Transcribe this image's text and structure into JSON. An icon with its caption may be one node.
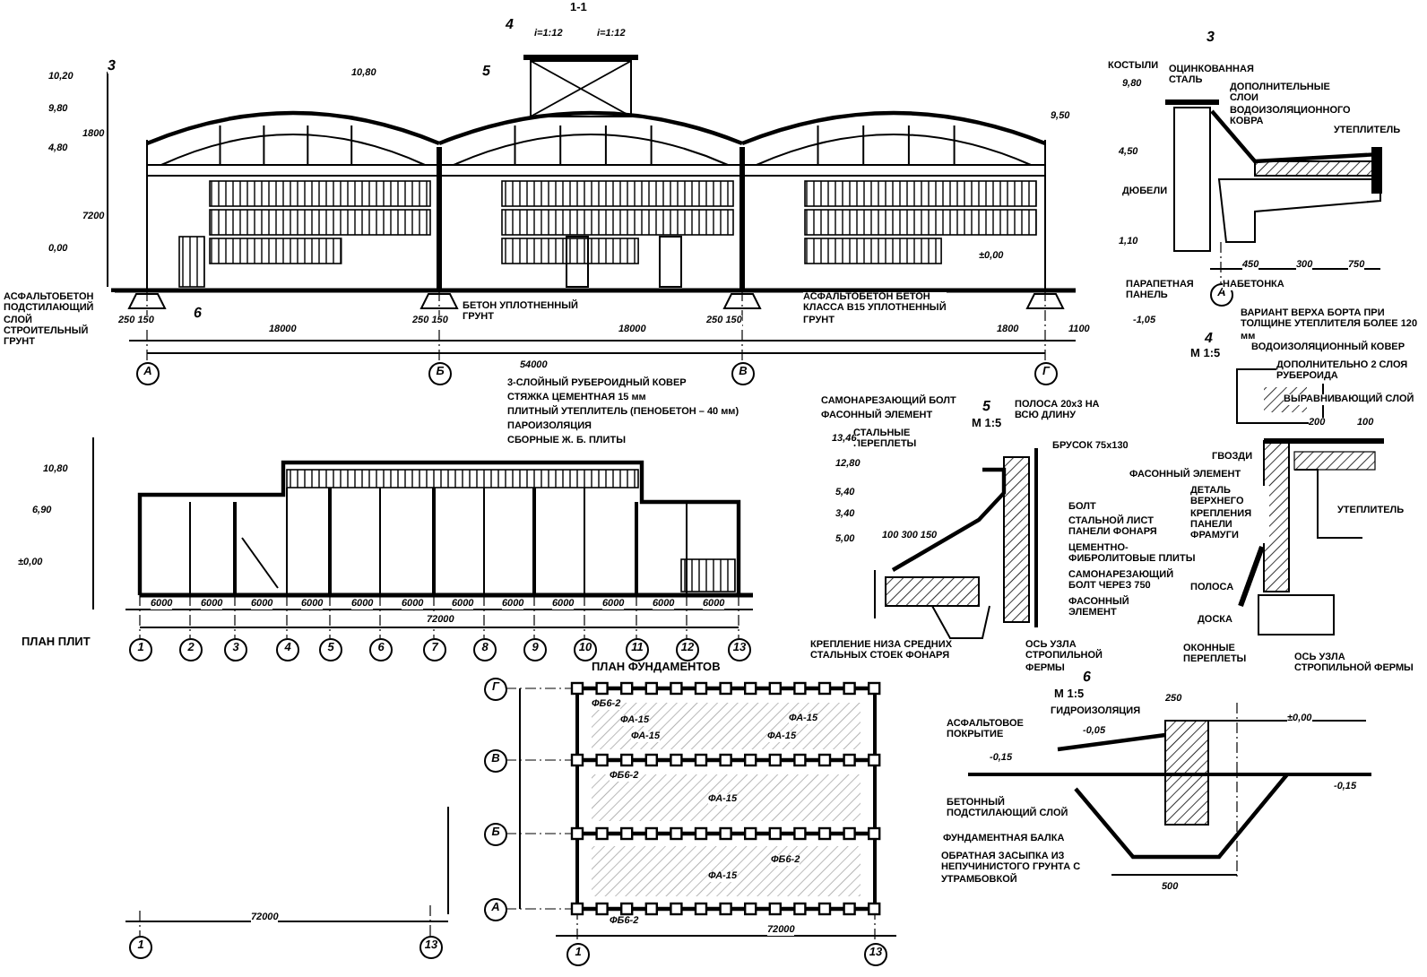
{
  "diagram": {
    "nodes": [
      {
        "text": [
          "А"
        ]
      },
      {
        "text": [
          "Б"
        ]
      },
      {
        "text": [
          "В"
        ]
      },
      {
        "text": [
          "Г"
        ]
      },
      {
        "text": [
          "А"
        ]
      },
      {
        "text": [
          "1"
        ]
      },
      {
        "text": [
          "2"
        ]
      },
      {
        "text": [
          "3"
        ]
      },
      {
        "text": [
          "4"
        ]
      },
      {
        "text": [
          "5"
        ]
      },
      {
        "text": [
          "6"
        ]
      },
      {
        "text": [
          "7"
        ]
      },
      {
        "text": [
          "8"
        ]
      },
      {
        "text": [
          "9"
        ]
      },
      {
        "text": [
          "10"
        ]
      },
      {
        "text": [
          "11"
        ]
      },
      {
        "text": [
          "12"
        ]
      },
      {
        "text": [
          "13"
        ]
      },
      {
        "text": [
          "Г"
        ]
      },
      {
        "text": [
          "В"
        ]
      },
      {
        "text": [
          "Б"
        ]
      },
      {
        "text": [
          "А"
        ]
      },
      {
        "text": [
          "1"
        ]
      },
      {
        "text": [
          "13"
        ]
      },
      {
        "text": [
          "1"
        ]
      },
      {
        "text": [
          "13"
        ]
      }
    ],
    "labels": [
      "1-1",
      "4",
      "i=1:12",
      "i=1:12",
      "10,80",
      "5",
      "3",
      "10,20",
      "9,80",
      "4,80",
      "0,00",
      "1800",
      "7200",
      "6",
      "АСФАЛЬТОБЕТОН ПОДСТИЛАЮЩИЙ СЛОЙ СТРОИТЕЛЬНЫЙ ГРУНТ",
      "250 150",
      "18000",
      "250 150",
      "БЕТОН УПЛОТНЕННЫЙ ГРУНТ",
      "18000",
      "250 150",
      "АСФАЛЬТОБЕТОН БЕТОН КЛАССА B15 УПЛОТНЕННЫЙ ГРУНТ",
      "1800",
      "1100",
      "54000",
      "-1,05",
      "9,50",
      "±0,00",
      "3",
      "КОСТЫЛИ",
      "9,80",
      "ОЦИНКОВАННАЯ СТАЛЬ",
      "ДОПОЛНИТЕЛЬНЫЕ СЛОИ ВОДОИЗОЛЯЦИОННОГО КОВРА",
      "УТЕПЛИТЕЛЬ",
      "4,50",
      "ДЮБЕЛИ",
      "1,10",
      "450",
      "300",
      "750",
      "ПАРАПЕТНАЯ ПАНЕЛЬ",
      "НАБЕТОНКА",
      "ВАРИАНТ ВЕРХА БОРТА ПРИ ТОЛЩИНЕ УТЕПЛИТЕЛЯ БОЛЕЕ 120 мм",
      "4",
      "М 1:5",
      "ВОДОИЗОЛЯЦИОННЫЙ КОВЕР",
      "ДОПОЛНИТЕЛЬНО 2 СЛОЯ РУБЕРОИДА",
      "ВЫРАВНИВАЮЩИЙ СЛОЙ",
      "200",
      "100",
      "ГВОЗДИ",
      "ФАСОННЫЙ ЭЛЕМЕНТ",
      "ДЕТАЛЬ ВЕРХНЕГО КРЕПЛЕНИЯ ПАНЕЛИ ФРАМУГИ",
      "УТЕПЛИТЕЛЬ",
      "ПОЛОСА",
      "ДОСКА",
      "ОКОННЫЕ ПЕРЕПЛЕТЫ",
      "ОСЬ УЗЛА СТРОПИЛЬНОЙ ФЕРМЫ",
      "5",
      "М 1:5",
      "САМОНАРЕЗАЮЩИЙ БОЛТ",
      "ФАСОННЫЙ ЭЛЕМЕНТ",
      "СТАЛЬНЫЕ ПЕРЕПЛЕТЫ",
      "ПОЛОСА 20х3 НА ВСЮ ДЛИНУ",
      "БРУСОК 75х130",
      "БОЛТ",
      "СТАЛЬНОЙ ЛИСТ ПАНЕЛИ ФОНАРЯ",
      "ЦЕМЕНТНО-ФИБРОЛИТОВЫЕ ПЛИТЫ",
      "САМОНАРЕЗАЮЩИЙ БОЛТ ЧЕРЕЗ 750",
      "ФАСОННЫЙ ЭЛЕМЕНТ",
      "КРЕПЛЕНИЕ НИЗА СРЕДНИХ СТАЛЬНЫХ СТОЕК ФОНАРЯ",
      "ОСЬ УЗЛА СТРОПИЛЬНОЙ ФЕРМЫ",
      "100 300 150",
      "13,46",
      "12,80",
      "5,40",
      "3,40",
      "5,00",
      "3-СЛОЙНЫЙ РУБЕРОИДНЫЙ КОВЕР",
      "СТЯЖКА ЦЕМЕНТНАЯ 15 мм",
      "ПЛИТНЫЙ УТЕПЛИТЕЛЬ (ПЕНОБЕТОН – 40 мм)",
      "ПАРОИЗОЛЯЦИЯ",
      "СБОРНЫЕ Ж. Б. ПЛИТЫ",
      "10,80",
      "6,90",
      "±0,00",
      "6000",
      "6000",
      "6000",
      "6000",
      "6000",
      "6000",
      "6000",
      "6000",
      "6000",
      "6000",
      "6000",
      "6000",
      "72000",
      "ПЛАН ПЛИТ",
      "ПЛАН ФУНДАМЕНТОВ",
      "ФБ6-2",
      "ФА-15",
      "ФА-15",
      "ФА-15",
      "ФА-15",
      "ФБ6-2",
      "ФА-15",
      "ФБ6-2",
      "ФА-15",
      "ФБ6-2",
      "72000",
      "72000",
      "6",
      "М 1:5",
      "ГИДРОИЗОЛЯЦИЯ",
      "АСФАЛЬТОВОЕ ПОКРЫТИЕ",
      "-0,05",
      "-0,15",
      "250",
      "±0,00",
      "-0,15",
      "БЕТОННЫЙ ПОДСТИЛАЮЩИЙ СЛОЙ",
      "ФУНДАМЕНТНАЯ БАЛКА",
      "ОБРАТНАЯ ЗАСЫПКА ИЗ НЕПУЧИНИСТОГО ГРУНТА С УТРАМБОВКОЙ",
      "500"
    ]
  }
}
